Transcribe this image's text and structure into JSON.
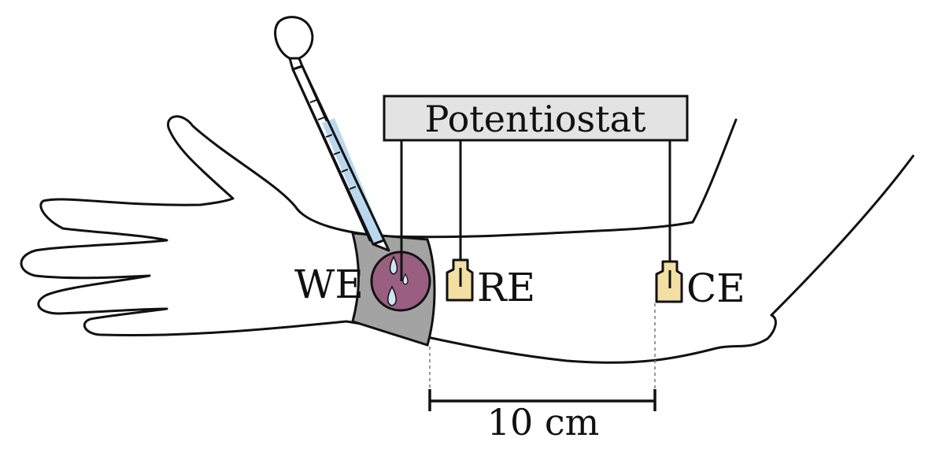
{
  "labels": {
    "potentiostat": "Potentiostat",
    "we": "WE",
    "re": "RE",
    "ce": "CE",
    "distance": "10 cm"
  },
  "colors": {
    "outline": "#111111",
    "band": "#a3a3a3",
    "we_electrode": "#9a5f80",
    "electrode_pad": "#f3dfa4",
    "potentiostat_fill": "#e3e3e3",
    "syringe_liquid": "#b9d8ef"
  }
}
